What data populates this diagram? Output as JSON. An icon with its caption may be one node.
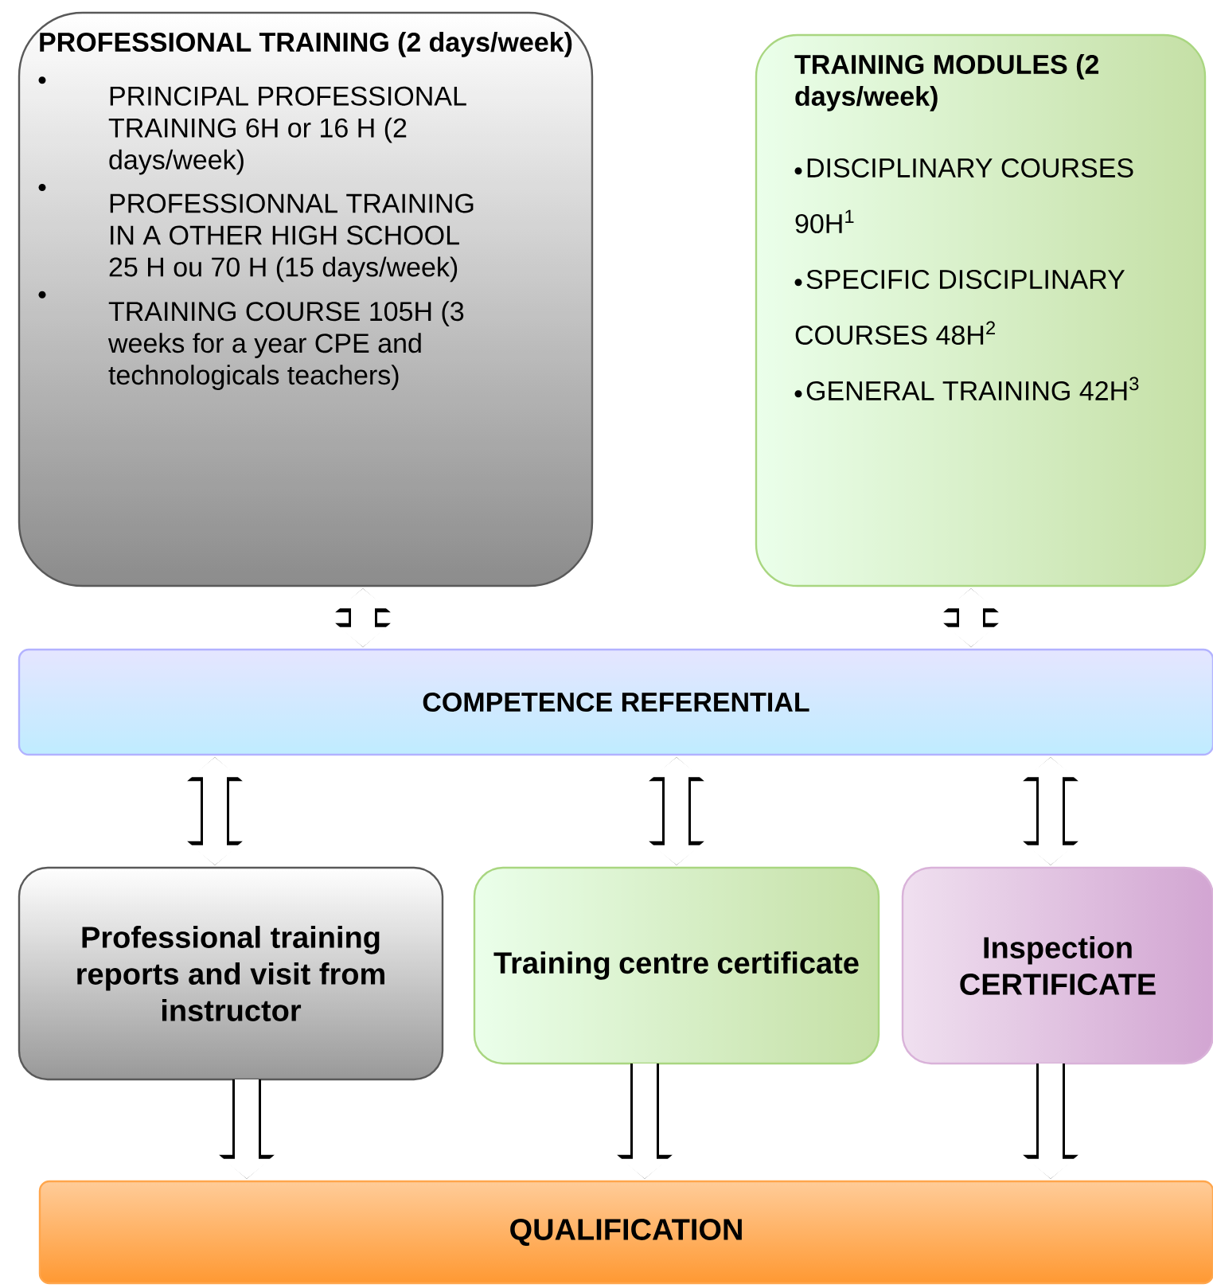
{
  "diagram": {
    "nodes": [
      {
        "text": [
          "PROFESSIONAL TRAINING (2 days/week)",
          "PRINCIPAL PROFESSIONAL TRAINING 6H or 16 H (2 days/week)",
          "PROFESSIONNAL TRAINING IN A OTHER HIGH SCHOOL 25 H ou 70 H (15 days/week)",
          "TRAINING COURSE 105H (3 weeks for a year CPE and technologicals teachers)"
        ]
      },
      {
        "text": [
          "TRAINING MODULES (2 days/week)",
          "DISCIPLINARY COURSES 90H$^{1}$",
          "SPECIFIC DISCIPLINARY COURSES 48H$^{2}$",
          "GENERAL TRAINING 42H$^{3}$"
        ]
      },
      {
        "text": [
          "COMPETENCE REFERENTIAL"
        ]
      },
      {
        "text": [
          "Professional training reports and visit from instructor"
        ]
      },
      {
        "text": [
          "Training centre certificate"
        ]
      },
      {
        "text": [
          "Inspection CERTIFICATE"
        ]
      },
      {
        "text": [
          "QUALIFICATION"
        ]
      }
    ],
    "edges": [
      {
        "from": 0,
        "to": 2,
        "arrow": "both"
      },
      {
        "from": 1,
        "to": 2,
        "arrow": "both"
      },
      {
        "from": 2,
        "to": 3,
        "arrow": "both"
      },
      {
        "from": 2,
        "to": 4,
        "arrow": "both"
      },
      {
        "from": 2,
        "to": 5,
        "arrow": "both"
      },
      {
        "from": 3,
        "to": 6,
        "arrow": "to"
      },
      {
        "from": 4,
        "to": 6,
        "arrow": "to"
      },
      {
        "from": 5,
        "to": 6,
        "arrow": "to"
      }
    ]
  }
}
